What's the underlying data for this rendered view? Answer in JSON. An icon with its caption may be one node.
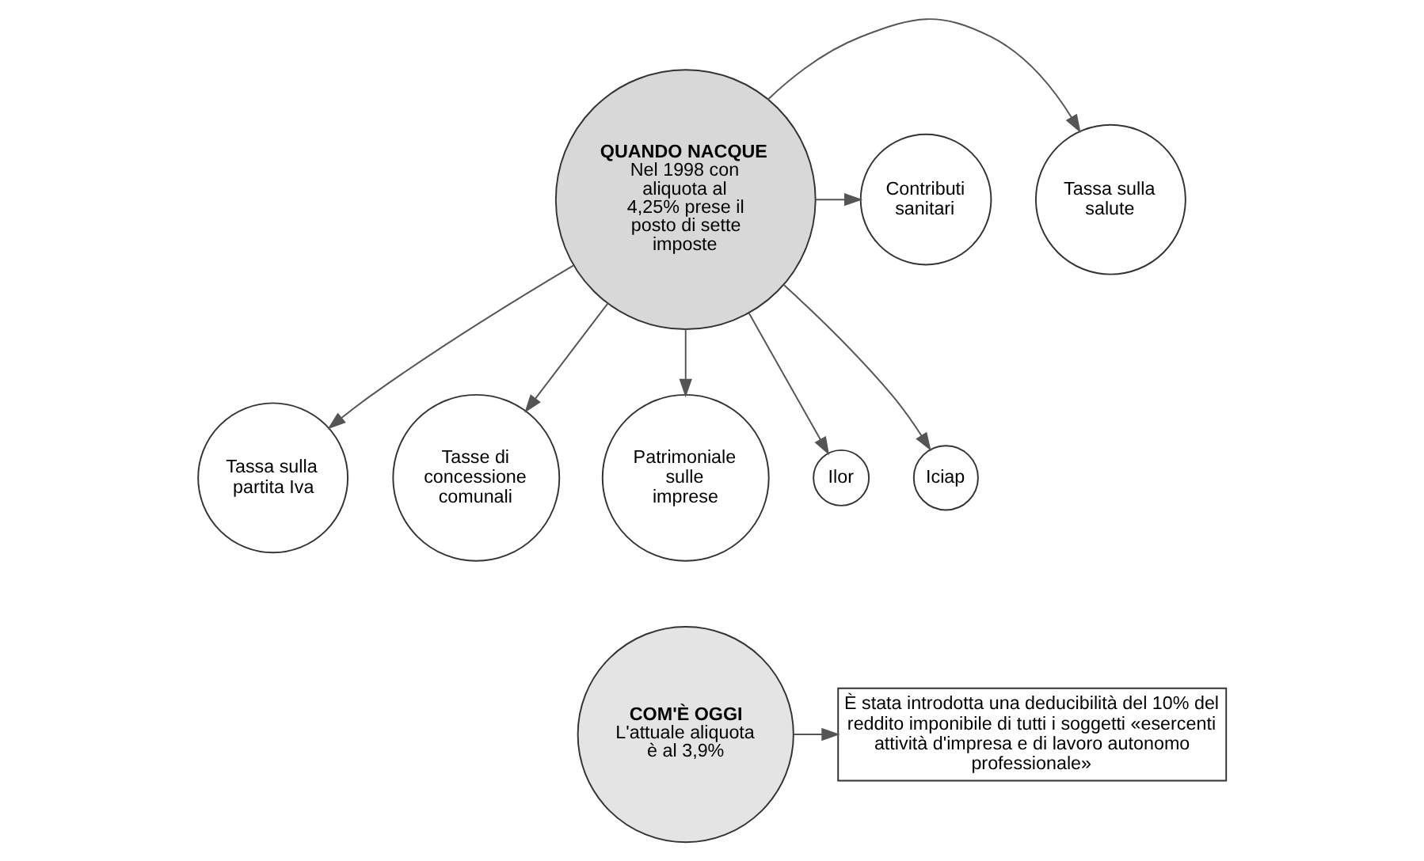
{
  "diagram": {
    "nodes": [
      {
        "text": [
          "QUANDO NACQUE",
          "Nel 1998 con aliquota al 4,25% prese il posto di sette imposte"
        ]
      },
      {
        "text": [
          "Tassa sulla salute"
        ]
      },
      {
        "text": [
          "Contributi sanitari"
        ]
      },
      {
        "text": [
          "Tassa sulla partita Iva"
        ]
      },
      {
        "text": [
          "Tasse di concessione comunali"
        ]
      },
      {
        "text": [
          "Patrimoniale sulle imprese"
        ]
      },
      {
        "text": [
          "Ilor"
        ]
      },
      {
        "text": [
          "Iciap"
        ]
      },
      {
        "text": [
          "COM'È OGGI",
          "L'attuale aliquota è al 3,9%"
        ]
      },
      {
        "text": [
          "È stata introdotta una deducibilità del 10% del reddito imponibile di tutti i soggetti «esercenti attività d'impresa e di lavoro autonomo professionale»"
        ]
      }
    ],
    "edges": [
      {
        "from": 0,
        "to": 1,
        "arrow": "to"
      },
      {
        "from": 0,
        "to": 2,
        "arrow": "to"
      },
      {
        "from": 0,
        "to": 3,
        "arrow": "to"
      },
      {
        "from": 0,
        "to": 4,
        "arrow": "to"
      },
      {
        "from": 0,
        "to": 5,
        "arrow": "to"
      },
      {
        "from": 0,
        "to": 6,
        "arrow": "to"
      },
      {
        "from": 0,
        "to": 7,
        "arrow": "to"
      },
      {
        "from": 8,
        "to": 9,
        "arrow": "to"
      }
    ]
  }
}
